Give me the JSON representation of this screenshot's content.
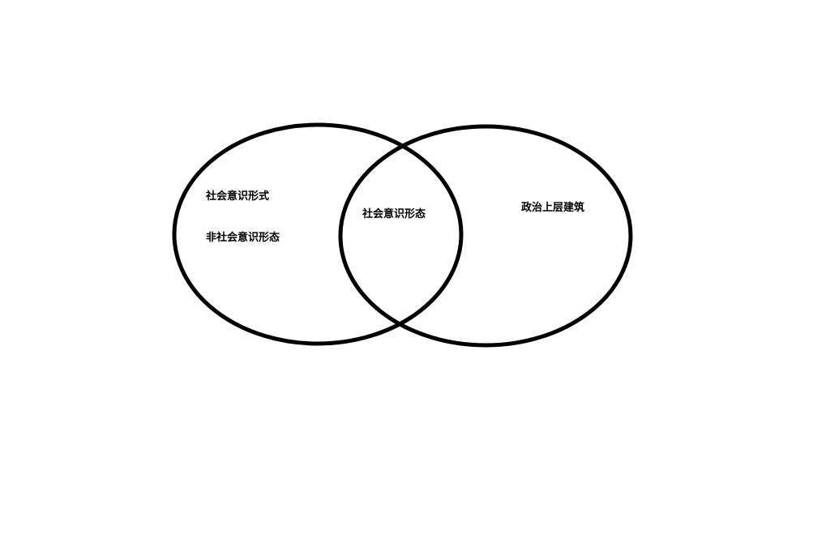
{
  "diagram": {
    "type": "venn",
    "stroke_color": "#000000",
    "background": "#ffffff",
    "left_set": {
      "items": [
        "社会意识形式",
        "非社会意识形态"
      ]
    },
    "intersection": {
      "items": [
        "社会意识形态"
      ]
    },
    "right_set": {
      "items": [
        "政治上层建筑"
      ]
    }
  }
}
